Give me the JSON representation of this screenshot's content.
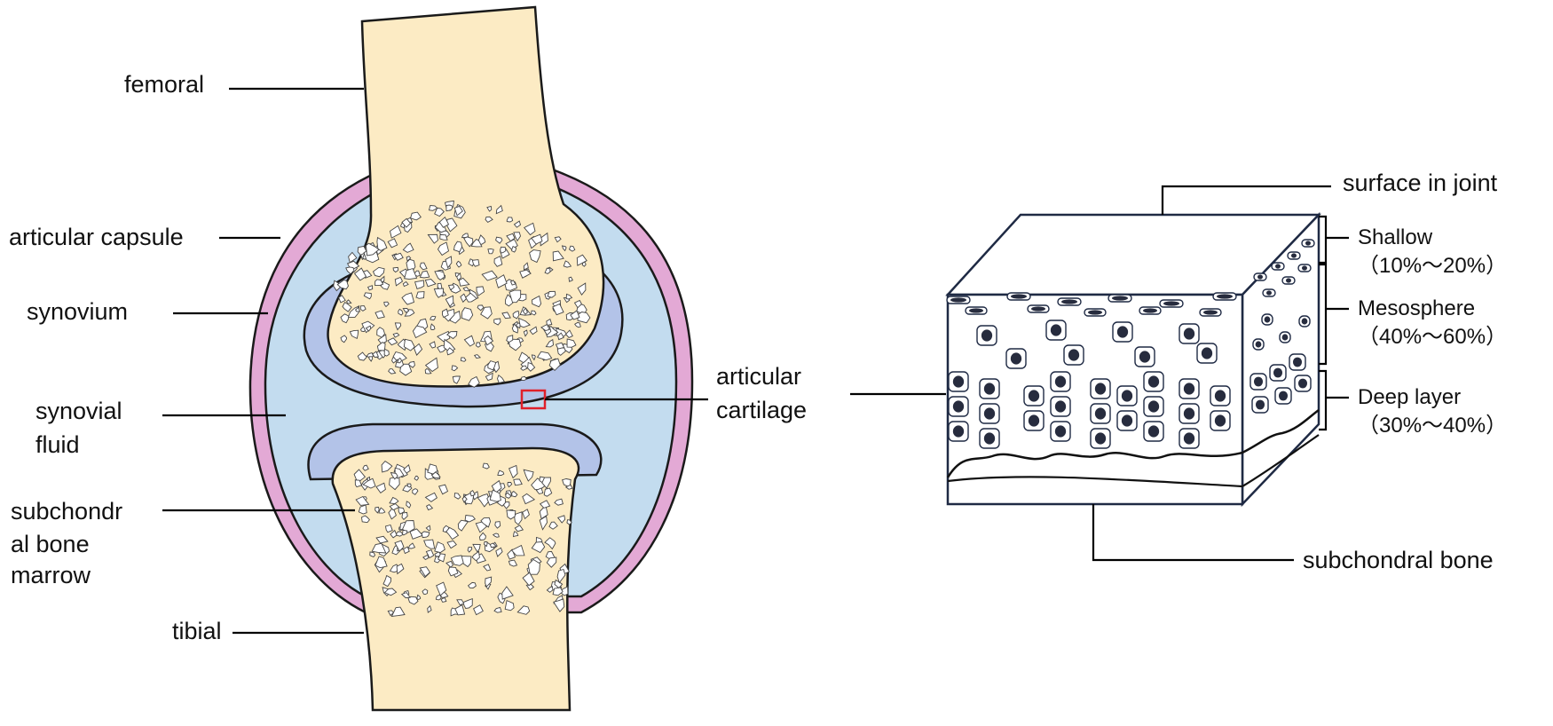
{
  "joint_labels": {
    "femoral": "femoral",
    "articular_capsule": "articular capsule",
    "synovium": "synovium",
    "synovial_fluid": [
      "synovial",
      "fluid"
    ],
    "subchondral_bone_marrow": [
      "subchondr",
      "al bone",
      "marrow"
    ],
    "tibial": "tibial",
    "articular_cartilage": [
      "articular",
      "cartilage"
    ]
  },
  "cartilage_block_labels": {
    "surface": "surface in joint",
    "shallow": "Shallow",
    "shallow_pct": "（10%～20%）",
    "mesosphere": "Mesosphere",
    "mesosphere_pct": "（40%～60%）",
    "deep": "Deep layer",
    "deep_pct": "（30%～40%）",
    "subchondral_bone": "subchondral bone"
  },
  "colors": {
    "bone": "#fcebc4",
    "synovial_fluid": "#c3dcef",
    "capsule": "#e3a9d5",
    "cartilage": "#b3c3e8",
    "cell_nucleus": "#272c3e",
    "highlight_box": "#e0202a"
  }
}
